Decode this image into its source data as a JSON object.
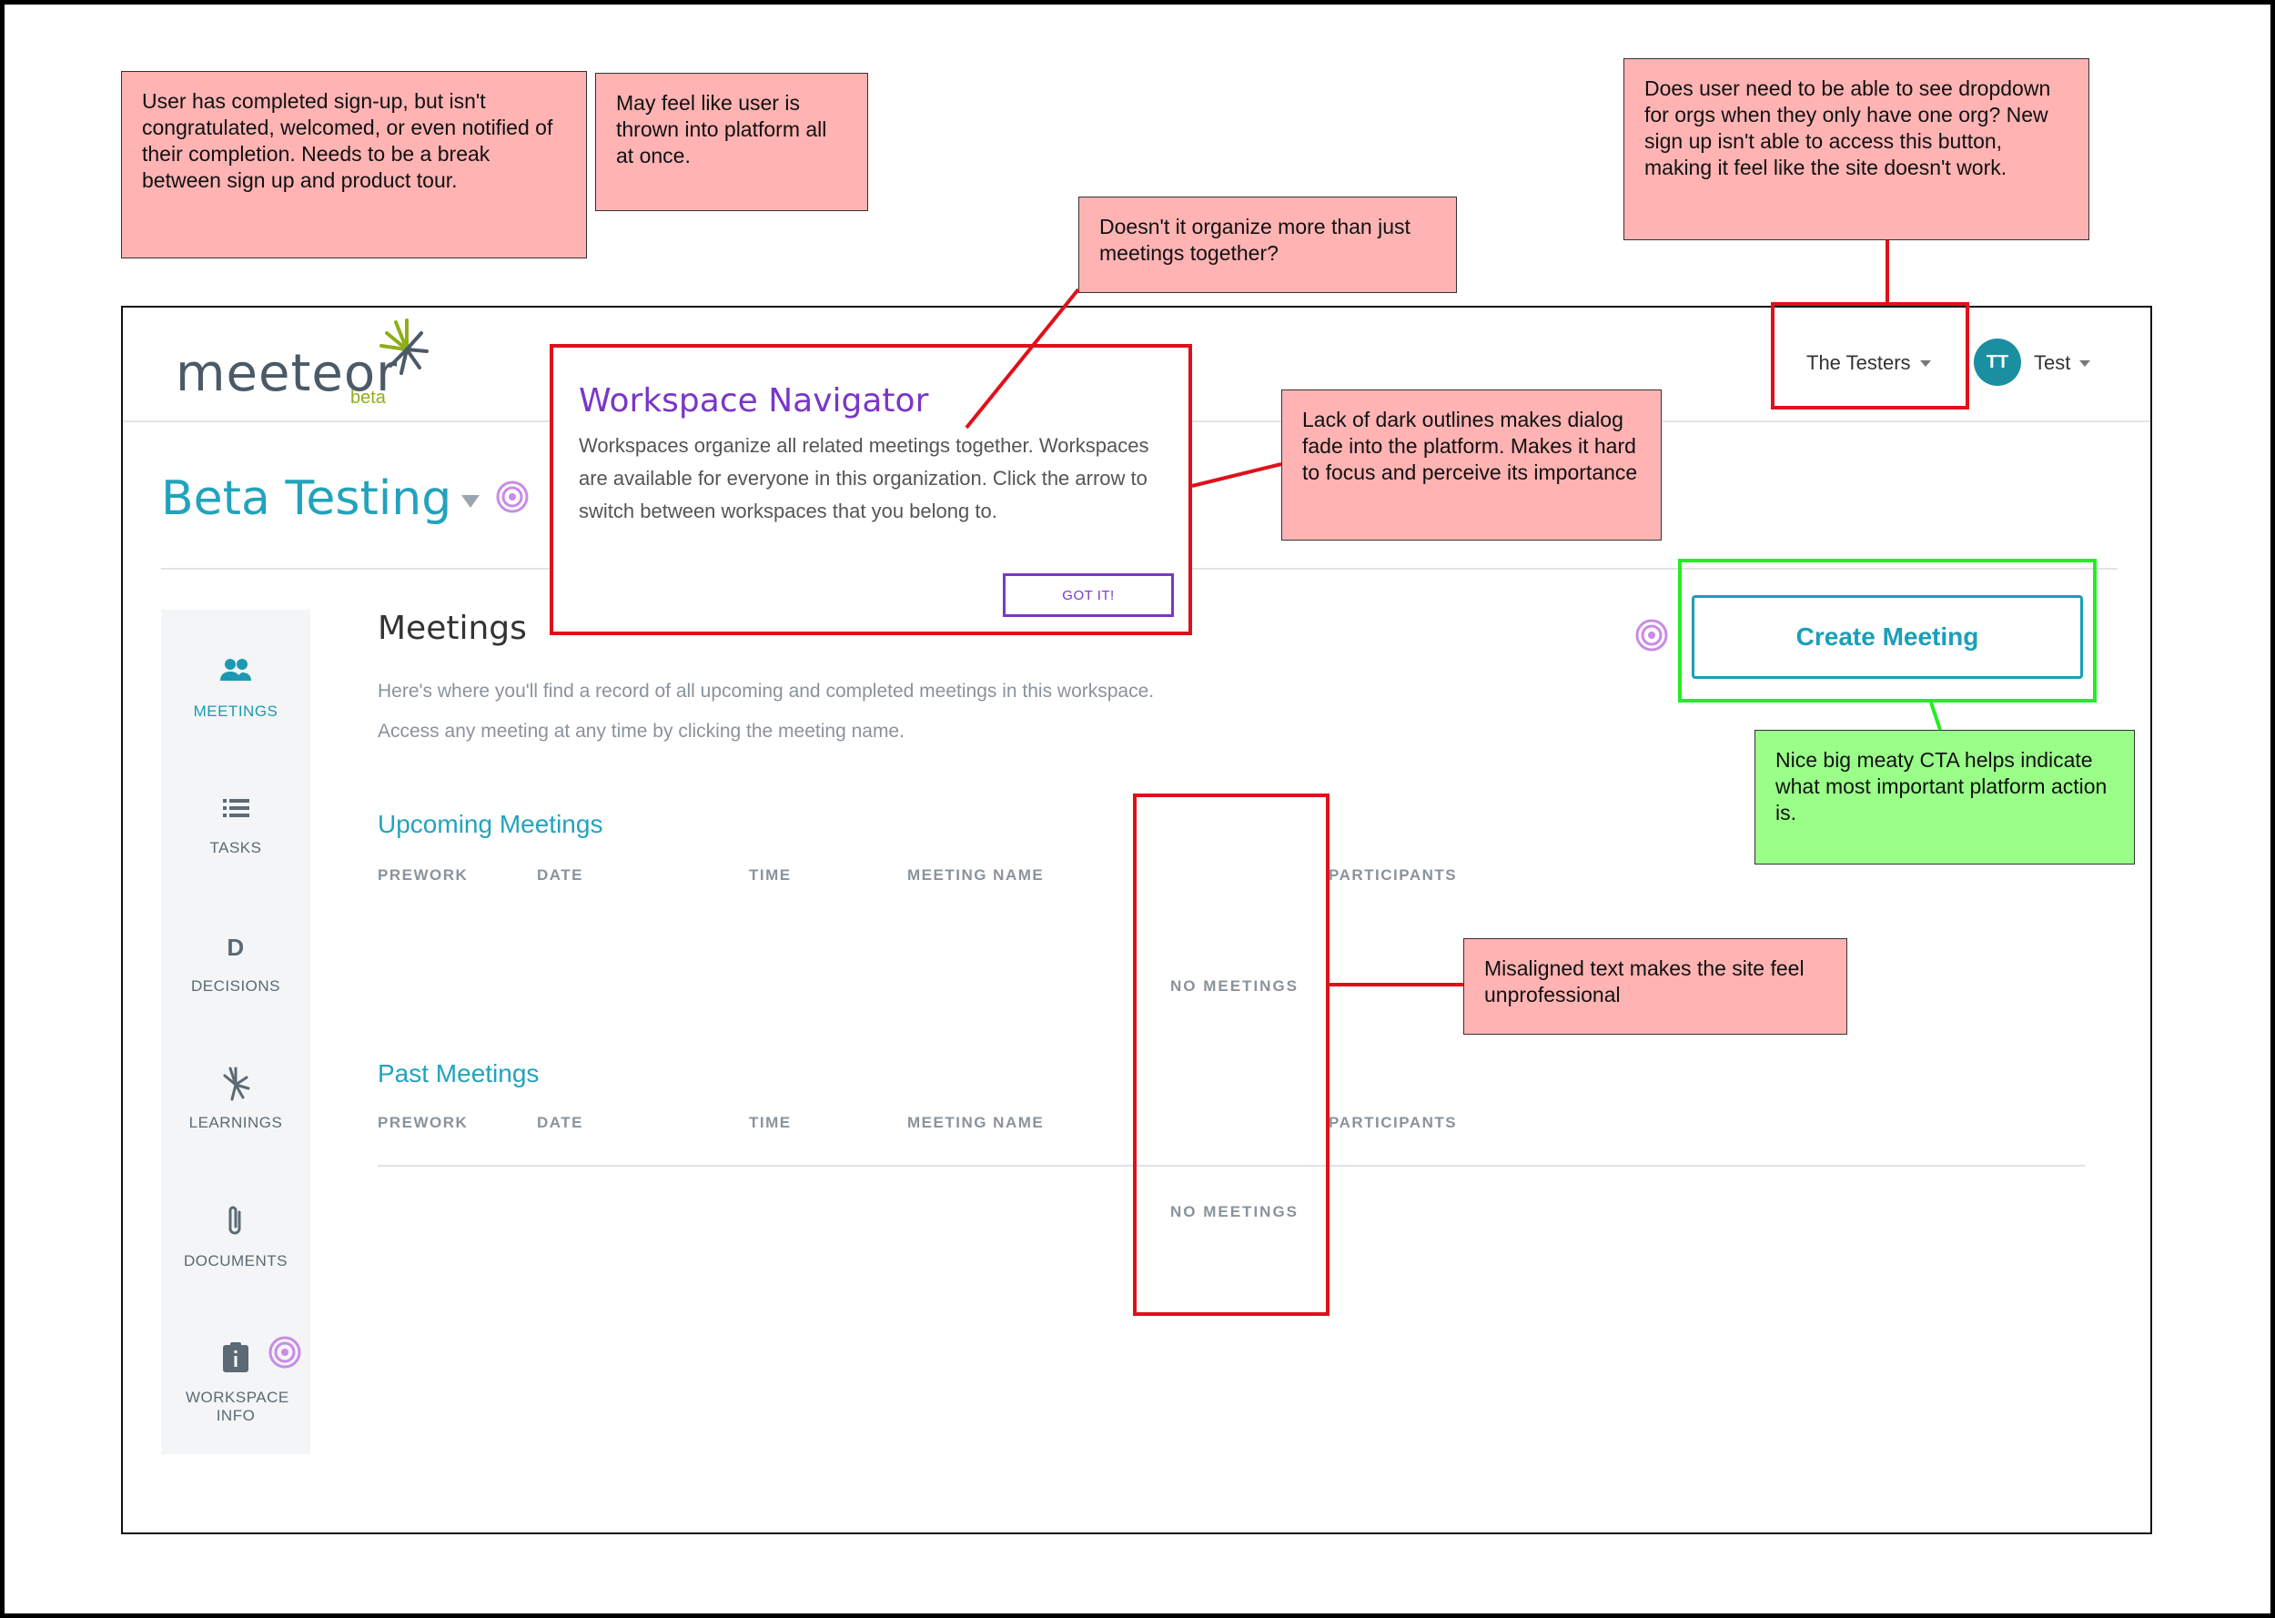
{
  "app": {
    "logo": "meeteor",
    "logo_badge": "beta",
    "org_name": "The Testers",
    "user_initials": "TT",
    "user_name": "Test"
  },
  "workspace": {
    "title": "Beta Testing"
  },
  "sidebar": {
    "items": [
      {
        "label": "MEETINGS",
        "icon": "people-icon"
      },
      {
        "label": "TASKS",
        "icon": "list-icon"
      },
      {
        "label": "DECISIONS",
        "icon": "decisions-d-icon"
      },
      {
        "label": "LEARNINGS",
        "icon": "meteor-burst-icon"
      },
      {
        "label": "DOCUMENTS",
        "icon": "paperclip-icon"
      },
      {
        "label": "WORKSPACE INFO",
        "icon": "info-clipboard-icon"
      }
    ]
  },
  "main": {
    "title": "Meetings",
    "desc1": "Here's where you'll find a record of all upcoming and completed meetings in this workspace.",
    "desc2": "Access any meeting at any time by clicking the meeting name.",
    "upcoming_title": "Upcoming Meetings",
    "past_title": "Past Meetings",
    "columns": [
      "PREWORK",
      "DATE",
      "TIME",
      "MEETING NAME",
      "PARTICIPANTS"
    ],
    "empty": "NO MEETINGS",
    "create_button": "Create Meeting"
  },
  "dialog": {
    "title": "Workspace Navigator",
    "body": "Workspaces organize all related meetings together. Workspaces are available for everyone in this organization. Click the arrow to switch between workspaces that you belong to.",
    "button": "GOT IT!"
  },
  "annotations": {
    "signup": "User has completed sign-up, but isn't congratulated, welcomed, or even notified of their completion. Needs to be a break between sign up and product tour.",
    "thrown": "May feel like user is thrown into platform all at once.",
    "organize": "Doesn't it organize more than just meetings together?",
    "dropdown": "Does user need to be able to see dropdown for orgs when they only have one org? New sign up isn't able to access this button, making it feel like the site doesn't work.",
    "outlines": "Lack of dark outlines makes dialog fade into the platform. Makes it hard to focus and perceive its importance",
    "cta": "Nice big meaty CTA helps indicate what most important platform action is.",
    "misaligned": "Misaligned text makes the site feel unprofessional"
  },
  "colors": {
    "brand_teal": "#22a3bd",
    "accent_purple": "#7a36c8",
    "annotation_red": "#ffb3b3",
    "annotation_green": "#99ff88",
    "highlight_red": "#e0101a",
    "highlight_green": "#22ee22"
  }
}
